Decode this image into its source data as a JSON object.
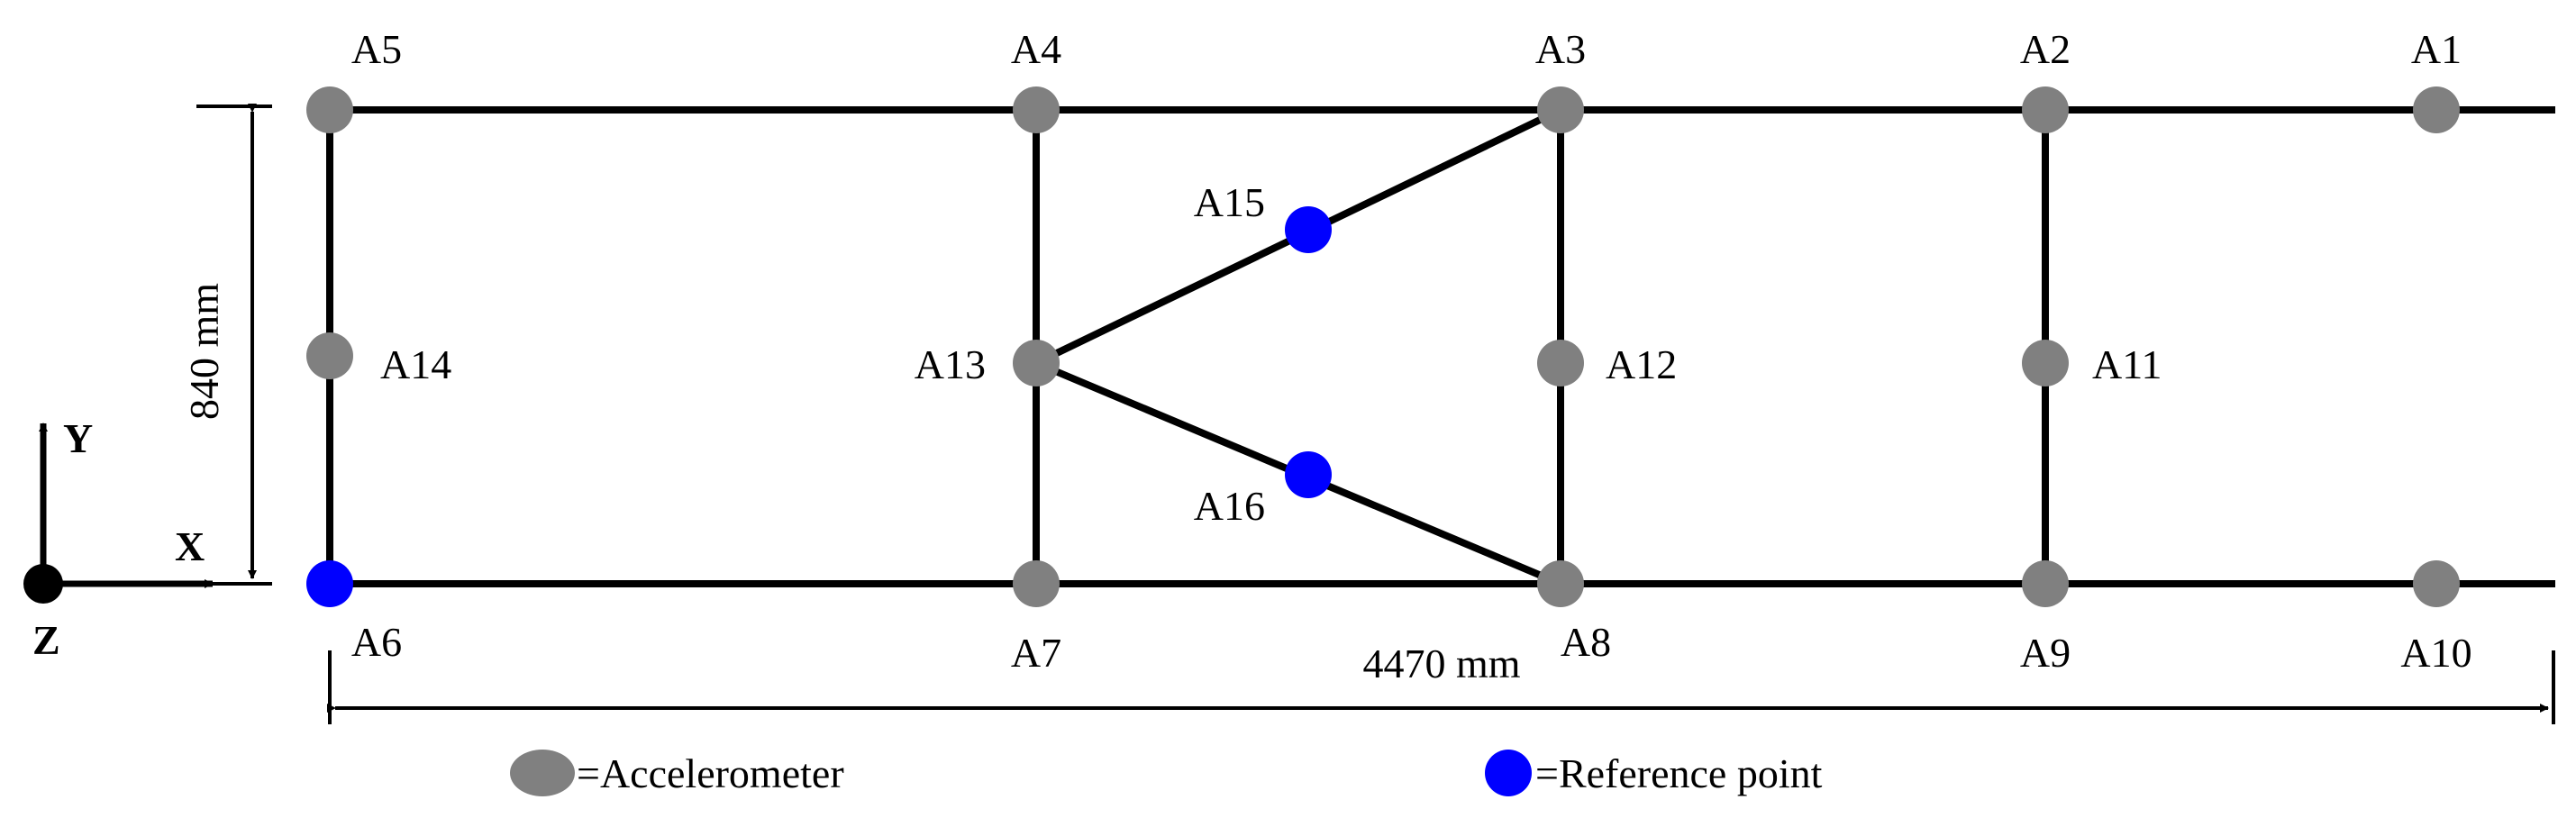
{
  "colors": {
    "accelerometer": "#808080",
    "reference_point": "#0000ff",
    "line": "#000000"
  },
  "nodes": [
    {
      "id": "A1",
      "label": "A1",
      "type": "accelerometer"
    },
    {
      "id": "A2",
      "label": "A2",
      "type": "accelerometer"
    },
    {
      "id": "A3",
      "label": "A3",
      "type": "accelerometer"
    },
    {
      "id": "A4",
      "label": "A4",
      "type": "accelerometer"
    },
    {
      "id": "A5",
      "label": "A5",
      "type": "accelerometer"
    },
    {
      "id": "A6",
      "label": "A6",
      "type": "reference_point"
    },
    {
      "id": "A7",
      "label": "A7",
      "type": "accelerometer"
    },
    {
      "id": "A8",
      "label": "A8",
      "type": "accelerometer"
    },
    {
      "id": "A9",
      "label": "A9",
      "type": "accelerometer"
    },
    {
      "id": "A10",
      "label": "A10",
      "type": "accelerometer"
    },
    {
      "id": "A11",
      "label": "A11",
      "type": "accelerometer"
    },
    {
      "id": "A12",
      "label": "A12",
      "type": "accelerometer"
    },
    {
      "id": "A13",
      "label": "A13",
      "type": "accelerometer"
    },
    {
      "id": "A14",
      "label": "A14",
      "type": "accelerometer"
    },
    {
      "id": "A15",
      "label": "A15",
      "type": "reference_point"
    },
    {
      "id": "A16",
      "label": "A16",
      "type": "reference_point"
    }
  ],
  "dimensions": {
    "height": "840 mm",
    "length": "4470 mm"
  },
  "axes": {
    "x": "X",
    "y": "Y",
    "z": "Z"
  },
  "legend": {
    "accelerometer": "=Accelerometer",
    "reference_point": "=Reference point"
  }
}
